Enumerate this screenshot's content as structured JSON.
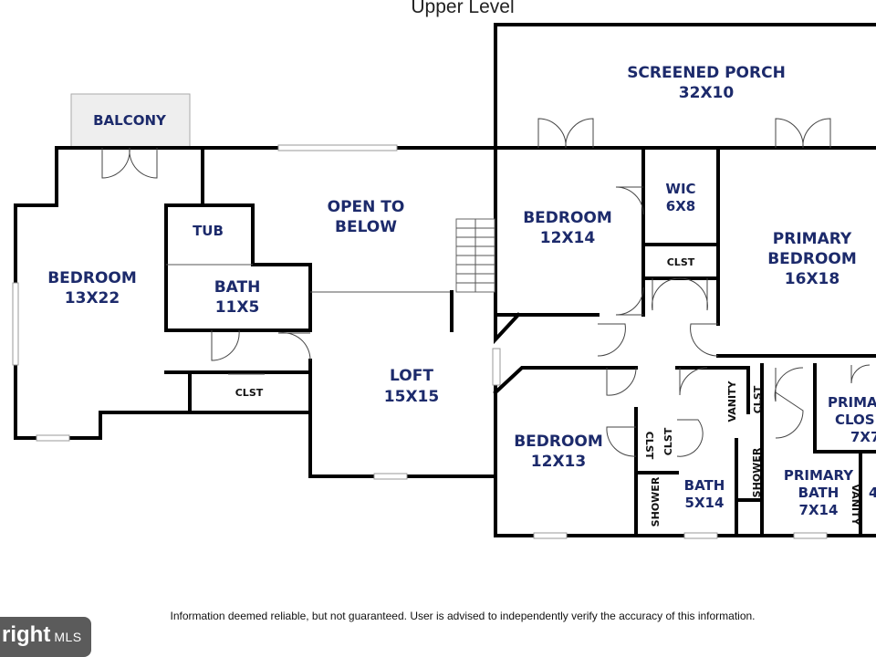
{
  "title": "Upper Level",
  "rooms": {
    "screened_porch": {
      "name": "SCREENED PORCH",
      "dims": "32X10"
    },
    "balcony": {
      "name": "BALCONY"
    },
    "bedroom_13x22": {
      "name": "BEDROOM",
      "dims": "13X22"
    },
    "tub": {
      "name": "TUB"
    },
    "bath_11x5": {
      "name": "BATH",
      "dims": "11X5"
    },
    "clst_left": {
      "name": "CLST"
    },
    "open_to_below": {
      "line1": "OPEN TO",
      "line2": "BELOW"
    },
    "loft": {
      "name": "LOFT",
      "dims": "15X15"
    },
    "bedroom_12x14": {
      "name": "BEDROOM",
      "dims": "12X14"
    },
    "wic": {
      "name": "WIC",
      "dims": "6X8"
    },
    "clst_wic": {
      "name": "CLST"
    },
    "primary_bedroom": {
      "line1": "PRIMARY",
      "line2": "BEDROOM",
      "dims": "16X18"
    },
    "bedroom_12x13": {
      "name": "BEDROOM",
      "dims": "12X13"
    },
    "clst_a": {
      "name": "CLST"
    },
    "clst_b": {
      "name": "CLST"
    },
    "shower_a": {
      "name": "SHOWER"
    },
    "bath_5x14": {
      "name": "BATH",
      "dims": "5X14"
    },
    "vanity_a": {
      "name": "VANITY"
    },
    "clst_c": {
      "name": "CLST"
    },
    "shower_b": {
      "name": "SHOWER"
    },
    "primary_bath": {
      "line1": "PRIMARY",
      "line2": "BATH",
      "dims": "7X14"
    },
    "vanity_b": {
      "name": "VANITY"
    },
    "primary_closet": {
      "line1": "PRIMA",
      "line2": "CLOS",
      "dims": "7X7"
    },
    "partial_4": {
      "name": "4"
    }
  },
  "disclaimer": "Information deemed reliable, but not guaranteed.  User is advised to independently verify the accuracy of this information.",
  "logo": {
    "text": "right",
    "suffix": "MLS"
  },
  "colors": {
    "label": "#1c2a6b",
    "wall": "#000000",
    "logo_bg": "#5b5b5b"
  }
}
